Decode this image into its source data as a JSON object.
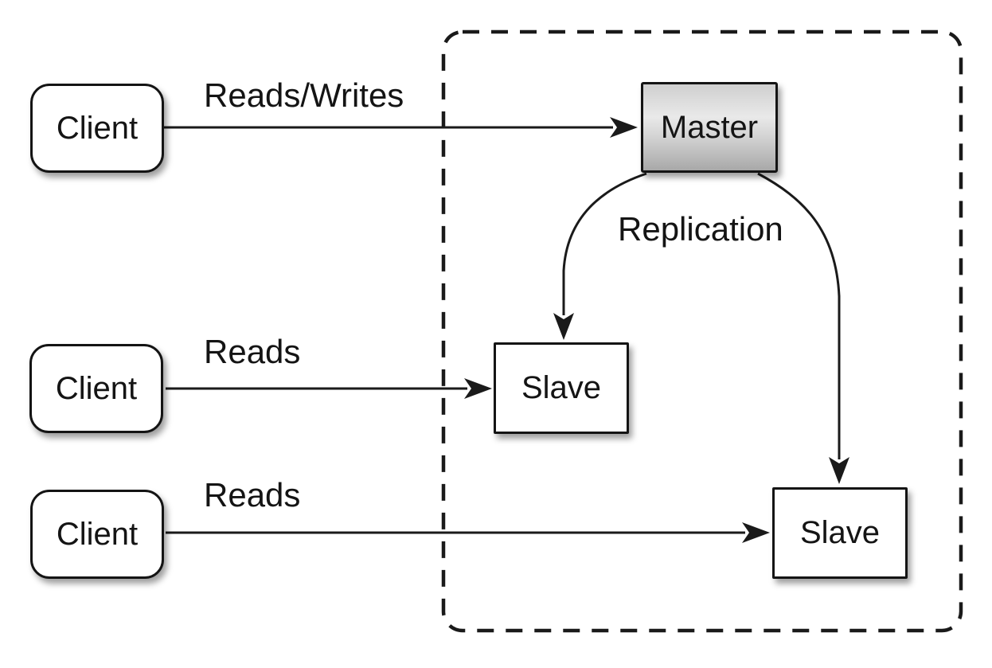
{
  "diagram": {
    "nodes": {
      "client1": {
        "label": "Client"
      },
      "client2": {
        "label": "Client"
      },
      "client3": {
        "label": "Client"
      },
      "master": {
        "label": "Master"
      },
      "slave1": {
        "label": "Slave"
      },
      "slave2": {
        "label": "Slave"
      }
    },
    "edge_labels": {
      "reads_writes": "Reads/Writes",
      "reads_top": "Reads",
      "reads_bottom": "Reads",
      "replication": "Replication"
    },
    "colors": {
      "background": "#ffffff",
      "stroke": "#1a1a1a",
      "node_fill": "#ffffff",
      "master_fill_light": "#e9e9e9",
      "master_fill_dark": "#a8a8a8",
      "text": "#141414"
    }
  }
}
